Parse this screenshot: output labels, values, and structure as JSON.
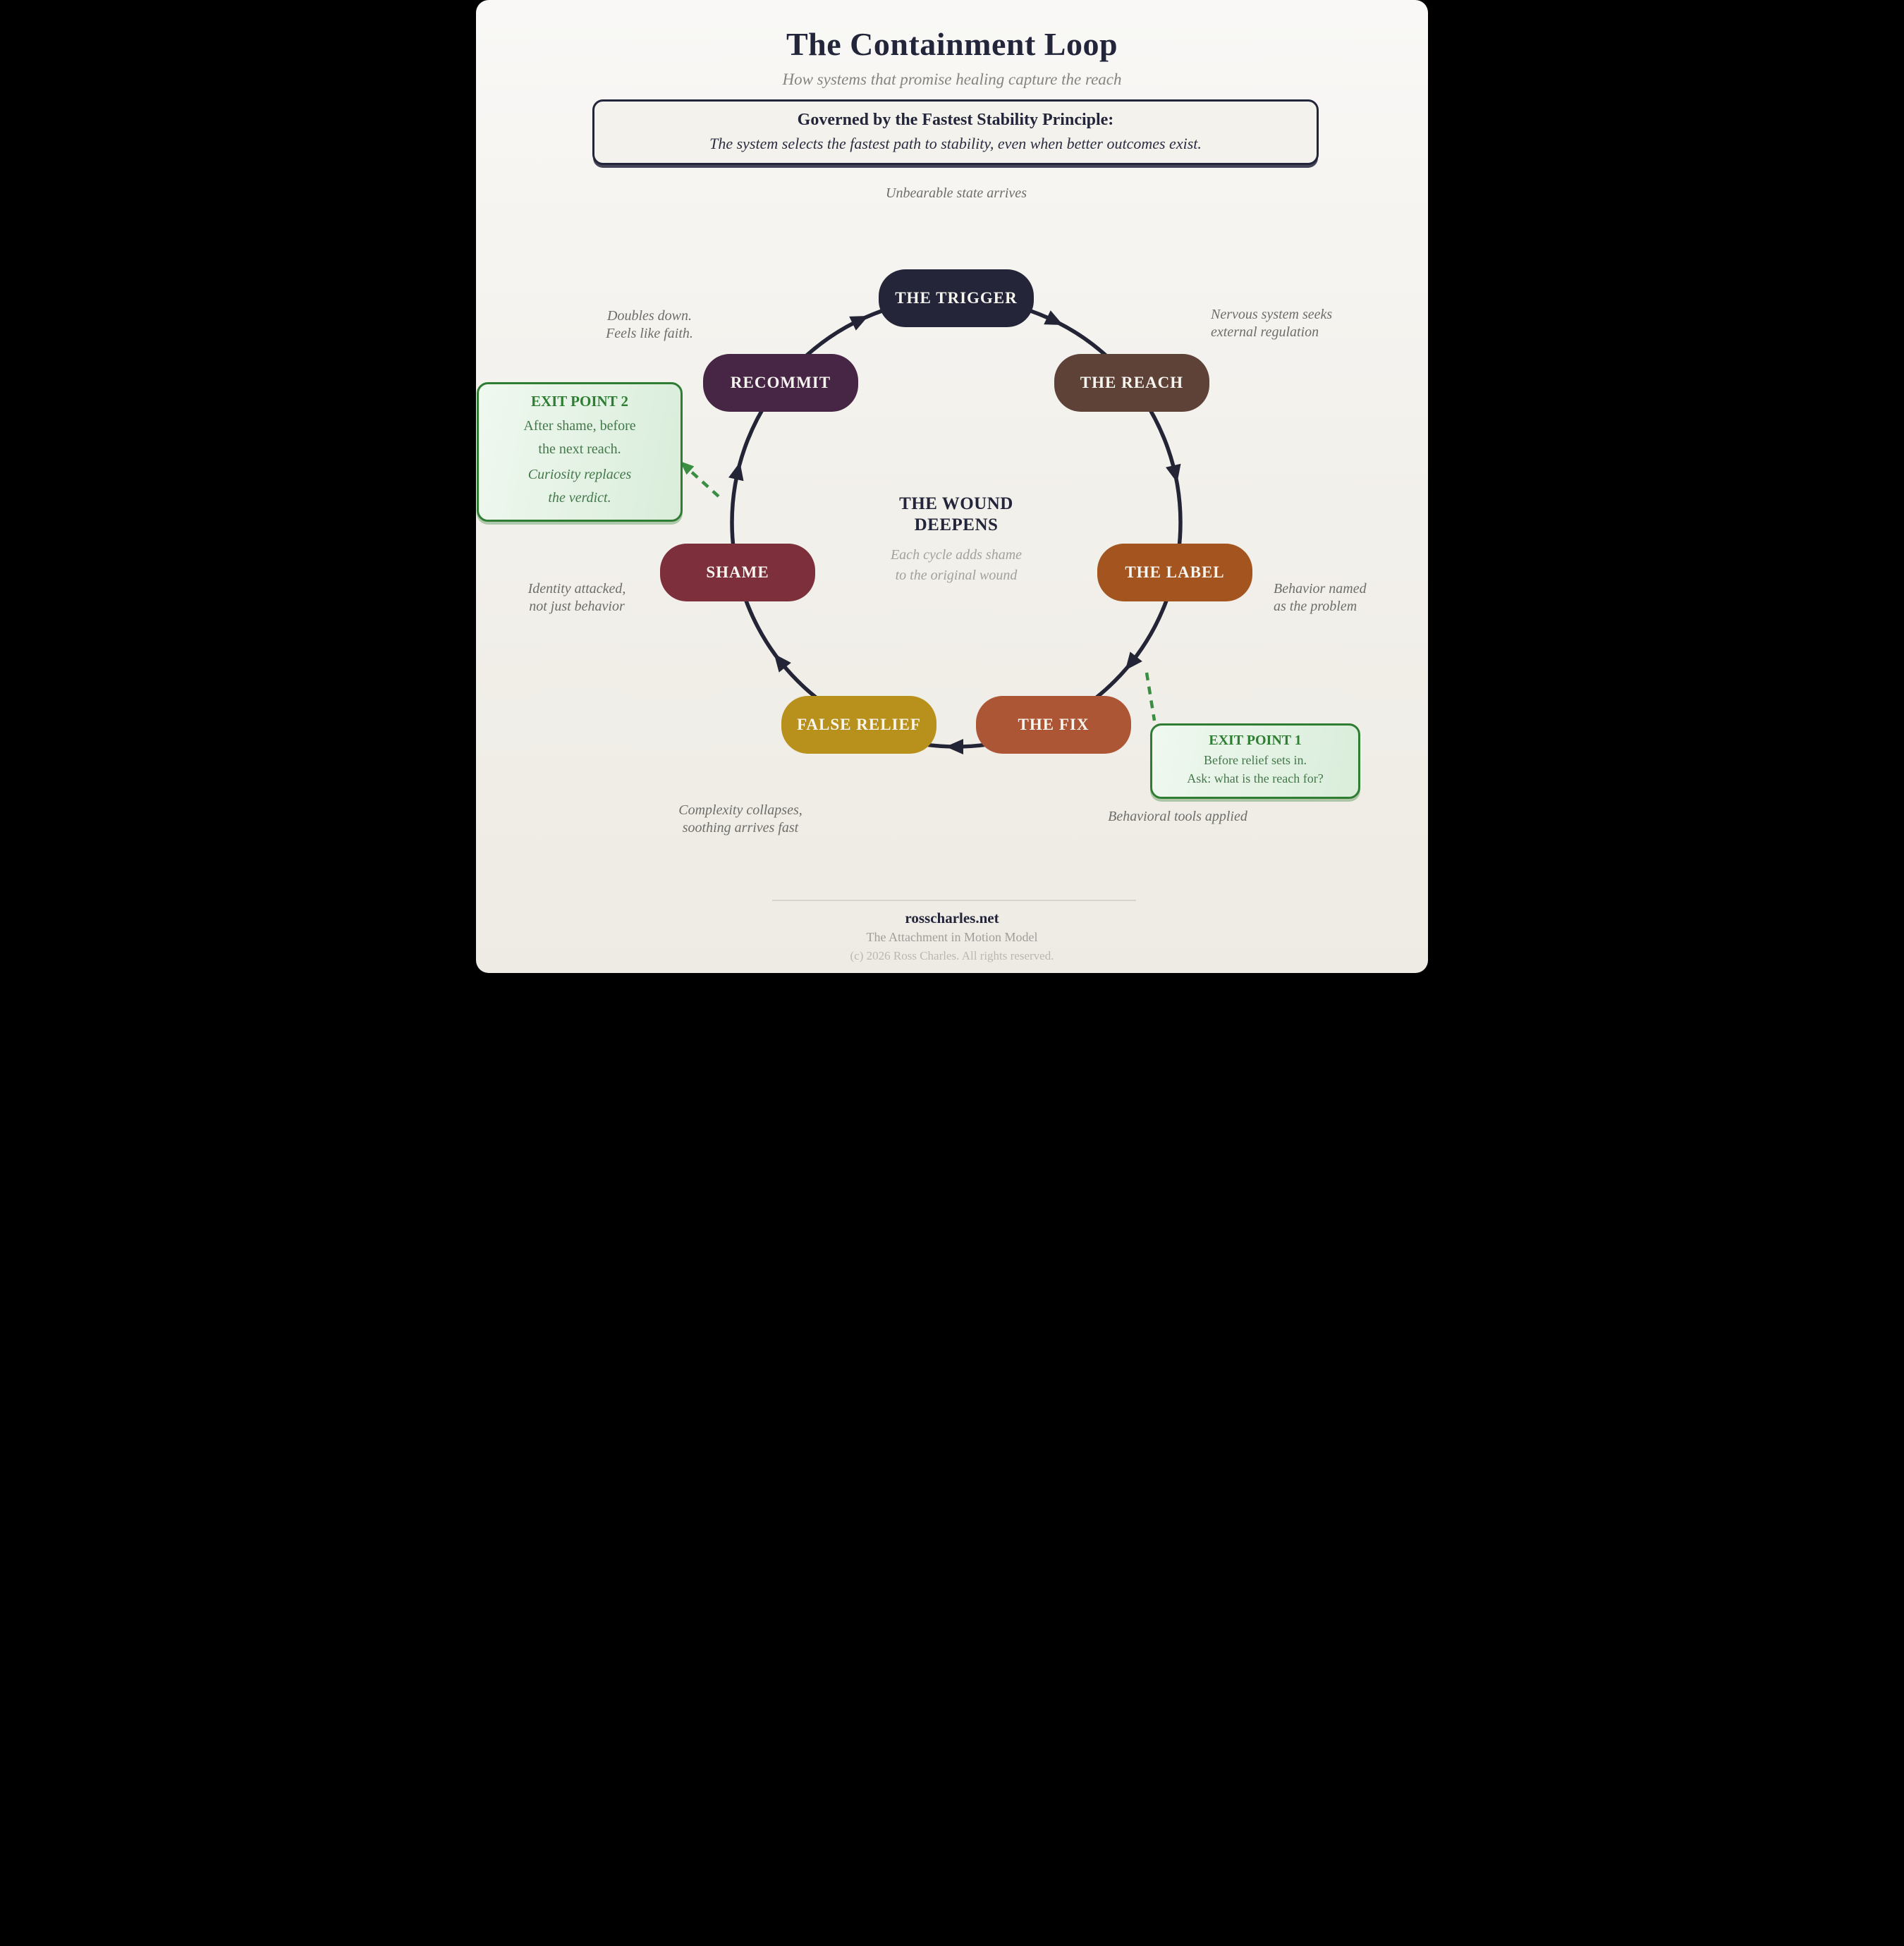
{
  "header": {
    "title": "The Containment Loop",
    "subtitle": "How systems that promise healing capture the reach"
  },
  "principle": {
    "title": "Governed by the Fastest Stability Principle:",
    "body": "The system selects the fastest path to stability, even when better outcomes exist."
  },
  "loop": {
    "nodes": [
      {
        "id": "trigger",
        "label": "THE TRIGGER",
        "color": "#242539"
      },
      {
        "id": "reach",
        "label": "THE REACH",
        "color": "#5e4238"
      },
      {
        "id": "label",
        "label": "THE LABEL",
        "color": "#a4541f"
      },
      {
        "id": "fix",
        "label": "THE FIX",
        "color": "#ac5636"
      },
      {
        "id": "false-relief",
        "label": "FALSE RELIEF",
        "color": "#b8911d"
      },
      {
        "id": "shame",
        "label": "SHAME",
        "color": "#7d2f3b"
      },
      {
        "id": "recommit",
        "label": "RECOMMIT",
        "color": "#472544"
      }
    ],
    "center": {
      "title_line1": "THE WOUND",
      "title_line2": "DEEPENS",
      "subtitle_line1": "Each cycle adds shame",
      "subtitle_line2": "to the original wound"
    }
  },
  "annotations": {
    "trigger": "Unbearable state arrives",
    "reach_line1": "Nervous system seeks",
    "reach_line2": "external regulation",
    "label_line1": "Behavior named",
    "label_line2": "as the problem",
    "fix": "Behavioral tools applied",
    "false_relief_line1": "Complexity collapses,",
    "false_relief_line2": "soothing arrives fast",
    "shame_line1": "Identity attacked,",
    "shame_line2": "not just behavior",
    "recommit_line1": "Doubles down.",
    "recommit_line2": "Feels like faith."
  },
  "exits": {
    "exit1": {
      "title": "EXIT POINT 1",
      "line1": "Before relief sets in.",
      "line2": "Ask: what is the reach for?"
    },
    "exit2": {
      "title": "EXIT POINT 2",
      "line1": "After shame, before",
      "line2": "the next reach.",
      "italic1": "Curiosity replaces",
      "italic2": "the verdict."
    }
  },
  "footer": {
    "site": "rosscharles.net",
    "model": "The Attachment in Motion Model",
    "copyright": "(c) 2026 Ross Charles. All rights reserved."
  },
  "colors": {
    "ink": "#23253a",
    "arc": "#232435",
    "exit_border": "#2e7d32",
    "exit_text": "#44784a",
    "exit_arrow": "#3a8e41"
  }
}
